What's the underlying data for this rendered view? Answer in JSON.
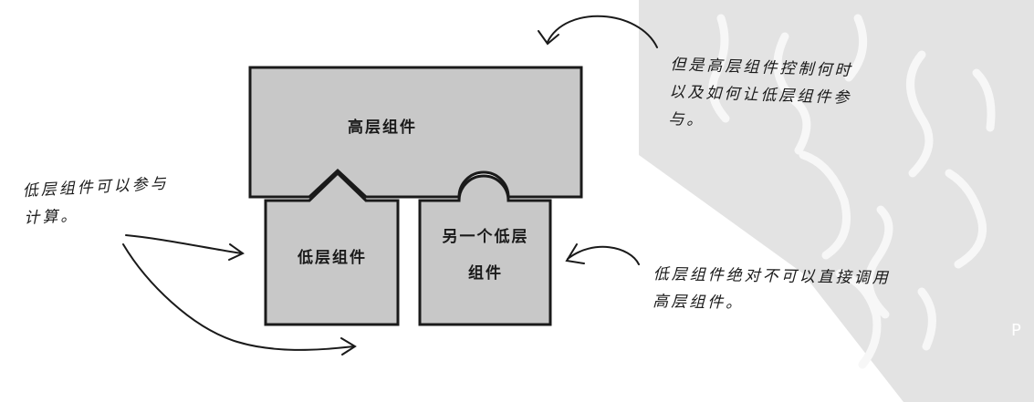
{
  "diagram": {
    "high_level_component": "高层组件",
    "low_level_component_1": "低层组件",
    "low_level_component_2_line1": "另一个低层",
    "low_level_component_2_line2": "组件",
    "note_top_right_line1": "但是高层组件控制何时",
    "note_top_right_line2": "以及如何让低层组件参",
    "note_top_right_line3": "与。",
    "note_left_line1": "低层组件可以参与",
    "note_left_line2": "计算。",
    "note_bottom_right_line1": "低层组件绝对不可以直接调用",
    "note_bottom_right_line2": "高层组件。"
  },
  "watermark": {
    "corner_letter": "P"
  },
  "colors": {
    "box_fill": "#c8c8c8",
    "stroke": "#1a1a1a",
    "watermark_fill": "#e3e3e3",
    "watermark_strokes": "#f7f7f7"
  }
}
